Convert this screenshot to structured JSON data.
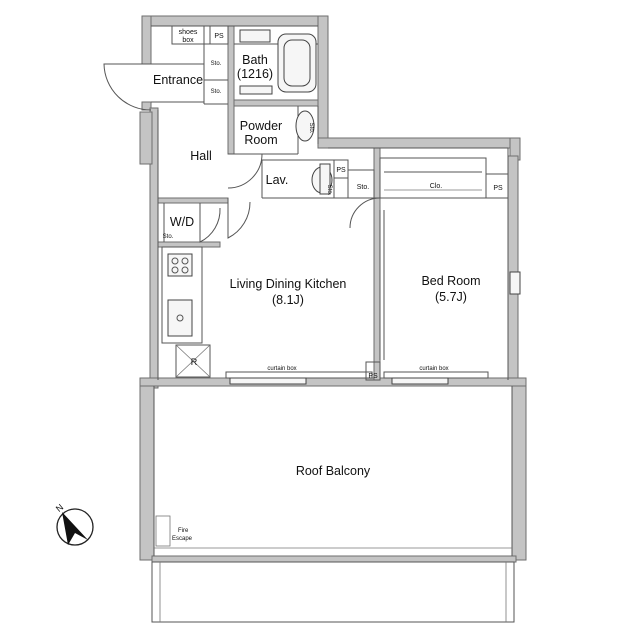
{
  "rooms": {
    "shoes_box": [
      "shoes",
      "box"
    ],
    "entrance": "Entrance",
    "bath": [
      "Bath",
      "(1216)"
    ],
    "powder_room": [
      "Powder",
      "Room"
    ],
    "hall": "Hall",
    "lav": "Lav.",
    "wd": "W/D",
    "ldk": [
      "Living Dining Kitchen",
      "(8.1J)"
    ],
    "bedroom": [
      "Bed Room",
      "(5.7J)"
    ],
    "roof_balcony": "Roof Balcony",
    "refrigerator": "R",
    "closet": "Clo."
  },
  "labels": {
    "ps": "PS",
    "sto": "Sto.",
    "curtain_box": "curtain box",
    "fire_escape": [
      "Fire",
      "Escape"
    ]
  },
  "compass": {
    "letter": "N"
  }
}
